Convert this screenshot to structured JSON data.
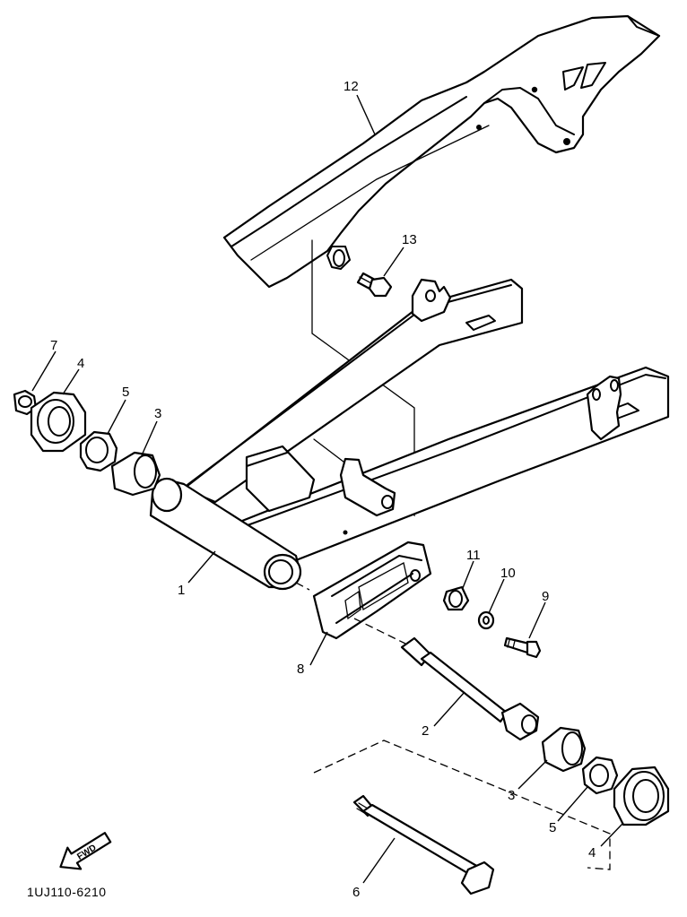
{
  "diagram": {
    "drawing_code": "1UJ110-6210",
    "front_arrow_text": "FWD",
    "callouts": [
      {
        "id": "c1",
        "number": "1"
      },
      {
        "id": "c2",
        "number": "2"
      },
      {
        "id": "c3a",
        "number": "3"
      },
      {
        "id": "c3b",
        "number": "3"
      },
      {
        "id": "c4a",
        "number": "4"
      },
      {
        "id": "c4b",
        "number": "4"
      },
      {
        "id": "c5a",
        "number": "5"
      },
      {
        "id": "c5b",
        "number": "5"
      },
      {
        "id": "c6",
        "number": "6"
      },
      {
        "id": "c7",
        "number": "7"
      },
      {
        "id": "c8",
        "number": "8"
      },
      {
        "id": "c9",
        "number": "9"
      },
      {
        "id": "c10",
        "number": "10"
      },
      {
        "id": "c11",
        "number": "11"
      },
      {
        "id": "c12",
        "number": "12"
      },
      {
        "id": "c13",
        "number": "13"
      }
    ]
  }
}
